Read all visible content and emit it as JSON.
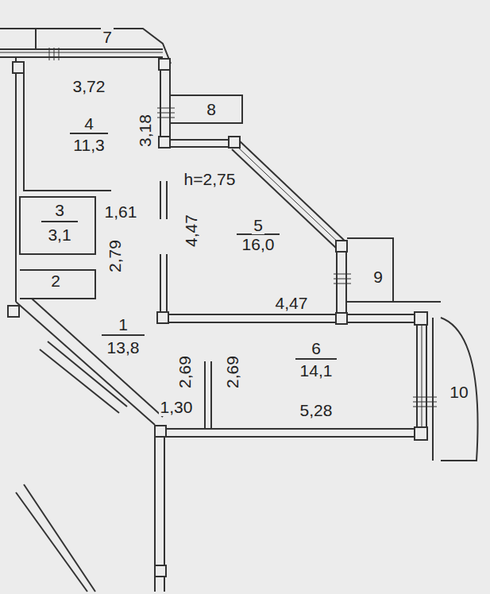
{
  "diagram": {
    "labels": [
      "7",
      "3,72",
      "8",
      "4",
      "11,3",
      "3,18",
      "h=2,75",
      "3",
      "3,1",
      "1,61",
      "4,47",
      "5",
      "16,0",
      "2,79",
      "2",
      "9",
      "4,47",
      "1",
      "13,8",
      "2,69",
      "2,69",
      "6",
      "14,1",
      "10",
      "5,28",
      "1,30"
    ]
  }
}
